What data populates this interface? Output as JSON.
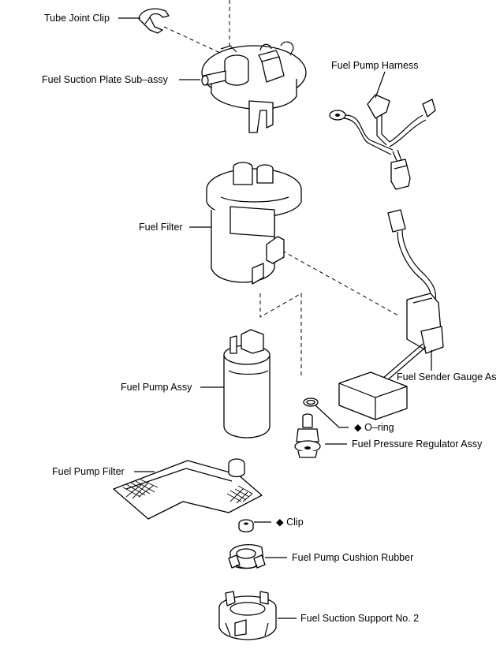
{
  "labels": {
    "tube_joint_clip": "Tube Joint Clip",
    "fuel_suction_plate": "Fuel Suction Plate Sub–assy",
    "fuel_pump_harness": "Fuel Pump Harness",
    "fuel_filter": "Fuel Filter",
    "fuel_sender_gauge": "Fuel Sender Gauge As",
    "fuel_pump_assy": "Fuel Pump Assy",
    "o_ring": "O–ring",
    "fuel_pressure_regulator": "Fuel Pressure Regulator Assy",
    "fuel_pump_filter": "Fuel Pump Filter",
    "clip": "Clip",
    "fuel_pump_cushion_rubber": "Fuel Pump Cushion Rubber",
    "fuel_suction_support": "Fuel Suction Support No. 2"
  },
  "markers": {
    "non_reusable": "◆"
  }
}
